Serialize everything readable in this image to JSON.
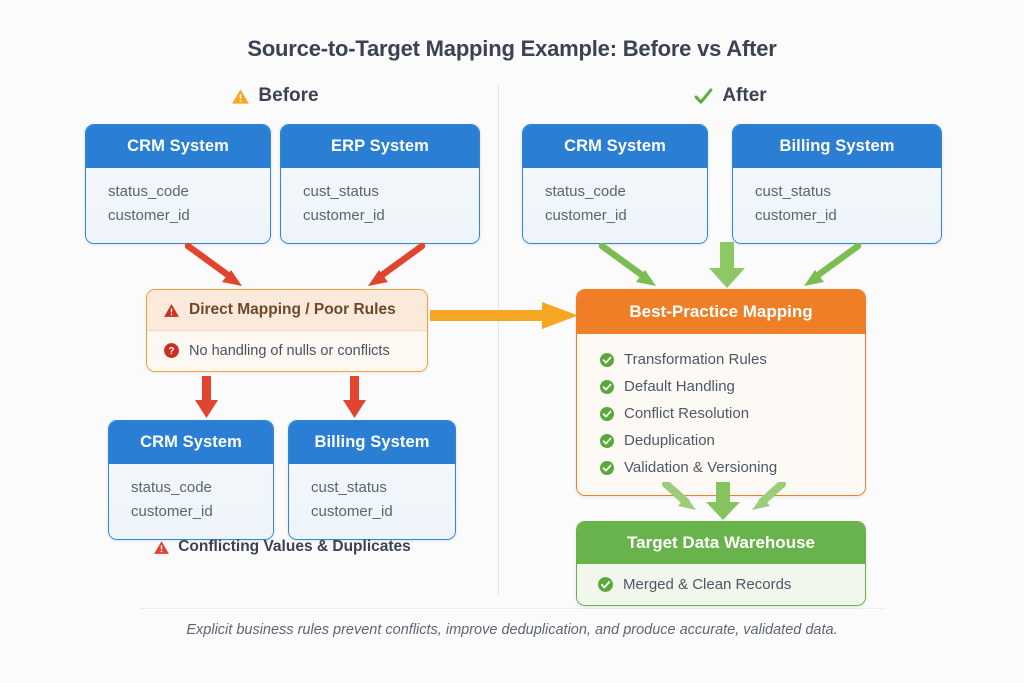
{
  "title": "Source-to-Target Mapping Example: Before vs After",
  "columns": {
    "before": {
      "label": "Before",
      "icon": "warning-triangle-icon"
    },
    "after": {
      "label": "After",
      "icon": "check-mark-icon"
    }
  },
  "before": {
    "sources": [
      {
        "title": "CRM System",
        "fields": [
          "status_code",
          "customer_id"
        ]
      },
      {
        "title": "ERP System",
        "fields": [
          "cust_status",
          "customer_id"
        ]
      }
    ],
    "process": {
      "title": "Direct Mapping / Poor Rules",
      "title_icon": "warning-triangle-icon",
      "note": "No handling of nulls or conflicts",
      "note_icon": "question-circle-icon"
    },
    "targets": [
      {
        "title": "CRM System",
        "fields": [
          "status_code",
          "customer_id"
        ]
      },
      {
        "title": "Billing System",
        "fields": [
          "cust_status",
          "customer_id"
        ]
      }
    ],
    "result": {
      "label": "Conflicting Values & Duplicates",
      "icon": "warning-triangle-icon"
    }
  },
  "after": {
    "sources": [
      {
        "title": "CRM System",
        "fields": [
          "status_code",
          "customer_id"
        ]
      },
      {
        "title": "Billing System",
        "fields": [
          "cust_status",
          "customer_id"
        ]
      }
    ],
    "process": {
      "title": "Best-Practice Mapping",
      "items": [
        "Transformation Rules",
        "Default Handling",
        "Conflict Resolution",
        "Deduplication",
        "Validation & Versioning"
      ],
      "item_icon": "check-circle-icon"
    },
    "target": {
      "title": "Target Data Warehouse",
      "row": "Merged & Clean Records",
      "row_icon": "check-circle-icon"
    }
  },
  "footer": "Explicit business rules prevent conflicts, improve deduplication, and produce accurate, validated data.",
  "colors": {
    "blue_header": "#2a7fd4",
    "orange_header": "#f07e26",
    "green_header": "#68b34b",
    "red_arrow": "#e0452f",
    "green_arrow": "#7cbd52",
    "orange_arrow": "#f5a623",
    "warning_amber": "#f6a623",
    "page_background": "#fbfbfc"
  }
}
